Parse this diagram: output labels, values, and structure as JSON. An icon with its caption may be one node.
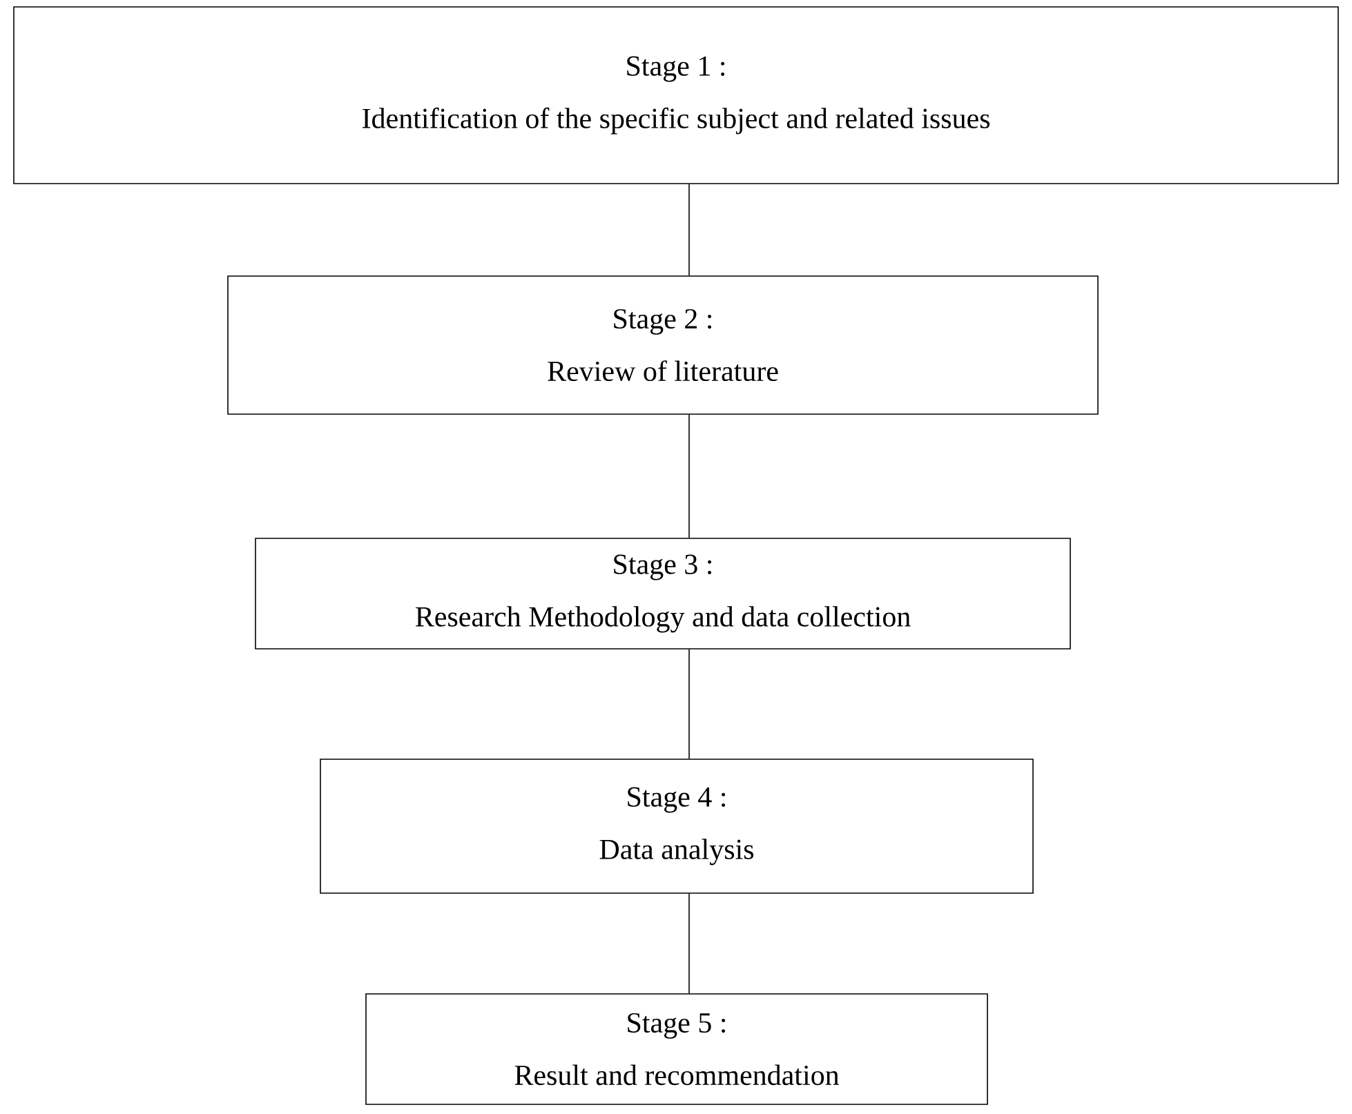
{
  "diagram": {
    "nodes": [
      {
        "text": [
          "Stage 1 :",
          "Identification of the specific subject and related issues"
        ]
      },
      {
        "text": [
          "Stage 2 :",
          "Review of literature"
        ]
      },
      {
        "text": [
          "Stage 3 :",
          "Research Methodology and data collection"
        ]
      },
      {
        "text": [
          "Stage 4 :",
          "Data analysis"
        ]
      },
      {
        "text": [
          "Stage 5 :",
          "Result and recommendation"
        ]
      }
    ],
    "edges": [
      {
        "from": 0,
        "to": 1,
        "arrow": "none"
      },
      {
        "from": 1,
        "to": 2,
        "arrow": "none"
      },
      {
        "from": 2,
        "to": 3,
        "arrow": "none"
      },
      {
        "from": 3,
        "to": 4,
        "arrow": "none"
      }
    ]
  }
}
